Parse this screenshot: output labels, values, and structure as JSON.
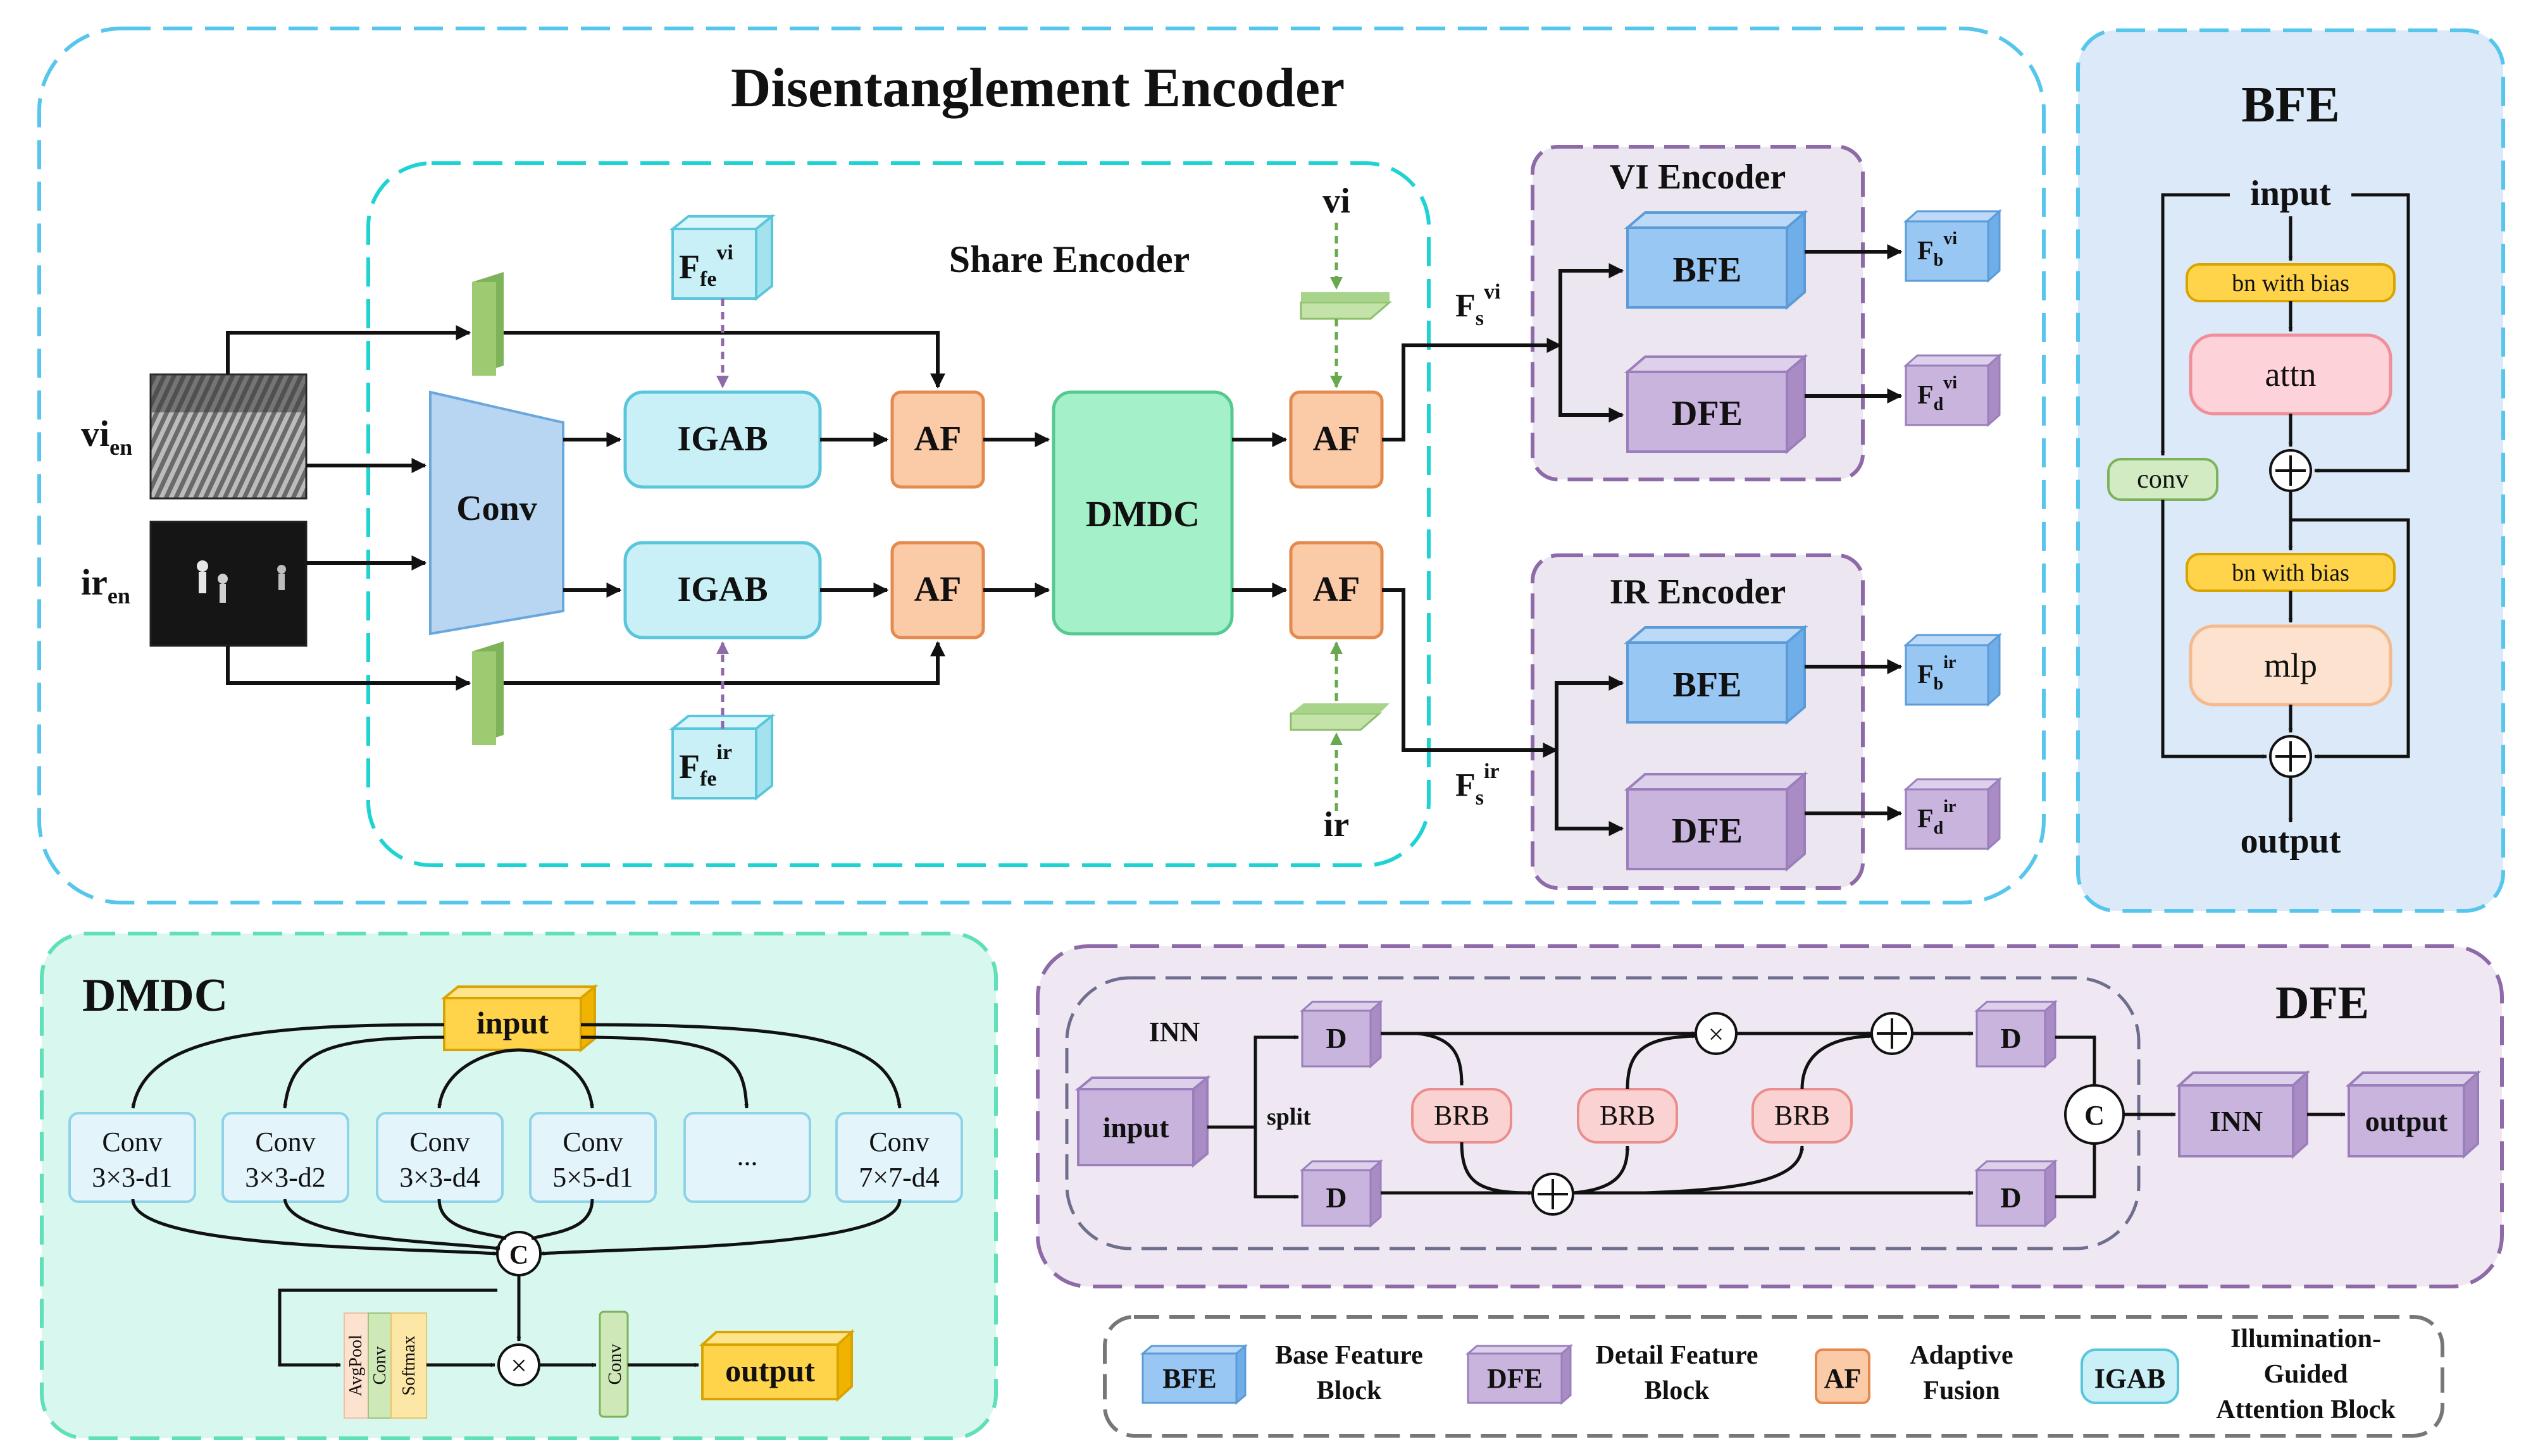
{
  "colors": {
    "dashed_blue": "#56c6ec",
    "dashed_purple": "#8e6aa8",
    "dashed_grey": "#666666",
    "bfe_panel_bg": "#dbe9f8",
    "dfe_panel_bg": "#efe8f2",
    "dmdc_panel_bg": "#d8f7ee",
    "encoder_box_bg": "#ece6f0",
    "igab_fill": "#c8f0f6",
    "igab_stroke": "#5ac6dc",
    "af_fill": "#fbcaa6",
    "af_stroke": "#e48a4e",
    "dmdc_fill": "#a4f0c8",
    "dmdc_stroke": "#55c98f",
    "conv_fill": "#b8d6f2",
    "bfe_cube": "#98c7f3",
    "dfe_cube": "#c8b4dc",
    "green_block": "#9ecb72",
    "yellow": "#ffd44a",
    "attn_fill": "#fdd2d8",
    "mlp_fill": "#fde2d0",
    "brb_fill": "#fbd2d2"
  },
  "encoder": {
    "title": "Disentanglement Encoder",
    "share_title": "Share Encoder",
    "input_vi": "vi",
    "input_vi_sub": "en",
    "input_ir": "ir",
    "input_ir_sub": "en",
    "conv": "Conv",
    "igab": "IGAB",
    "af": "AF",
    "dmdc": "DMDC",
    "ffe_main": "F",
    "ffe_sub": "fe",
    "ffe_vi_sup": "vi",
    "ffe_ir_sup": "ir",
    "side_vi": "vi",
    "side_ir": "ir",
    "fs_main": "F",
    "fs_sub": "s",
    "fs_vi_sup": "vi",
    "fs_ir_sup": "ir",
    "vi_encoder": "VI Encoder",
    "ir_encoder": "IR Encoder",
    "bfe": "BFE",
    "dfe": "DFE",
    "fb_main": "F",
    "fb_sub": "b",
    "fd_main": "F",
    "fd_sub": "d",
    "vi_sup": "vi",
    "ir_sup": "ir"
  },
  "bfe_panel": {
    "title": "BFE",
    "input": "input",
    "bn1": "bn with bias",
    "attn": "attn",
    "conv": "conv",
    "bn2": "bn with bias",
    "mlp": "mlp",
    "output": "output"
  },
  "dmdc_panel": {
    "title": "DMDC",
    "input": "input",
    "convs": [
      {
        "line1": "Conv",
        "line2": "3×3-d1"
      },
      {
        "line1": "Conv",
        "line2": "3×3-d2"
      },
      {
        "line1": "Conv",
        "line2": "3×3-d4"
      },
      {
        "line1": "Conv",
        "line2": "5×5-d1"
      },
      {
        "line1": "...",
        "line2": ""
      },
      {
        "line1": "Conv",
        "line2": "7×7-d4"
      }
    ],
    "concat": "C",
    "mult": "×",
    "avgpool": "AvgPool",
    "conv_small": "Conv",
    "softmax": "Softmax",
    "conv_final": "Conv",
    "output": "output"
  },
  "dfe_panel": {
    "title": "DFE",
    "inn_label": "INN",
    "input": "input",
    "split": "split",
    "d": "D",
    "brb": "BRB",
    "concat": "C",
    "mult": "×",
    "inn": "INN",
    "output": "output"
  },
  "legend": [
    {
      "abbr": "BFE",
      "line1": "Base Feature",
      "line2": "Block",
      "line3": ""
    },
    {
      "abbr": "DFE",
      "line1": "Detail Feature",
      "line2": "Block",
      "line3": ""
    },
    {
      "abbr": "AF",
      "line1": "Adaptive",
      "line2": "Fusion",
      "line3": ""
    },
    {
      "abbr": "IGAB",
      "line1": "Illumination-",
      "line2": "Guided",
      "line3": "Attention Block"
    }
  ]
}
